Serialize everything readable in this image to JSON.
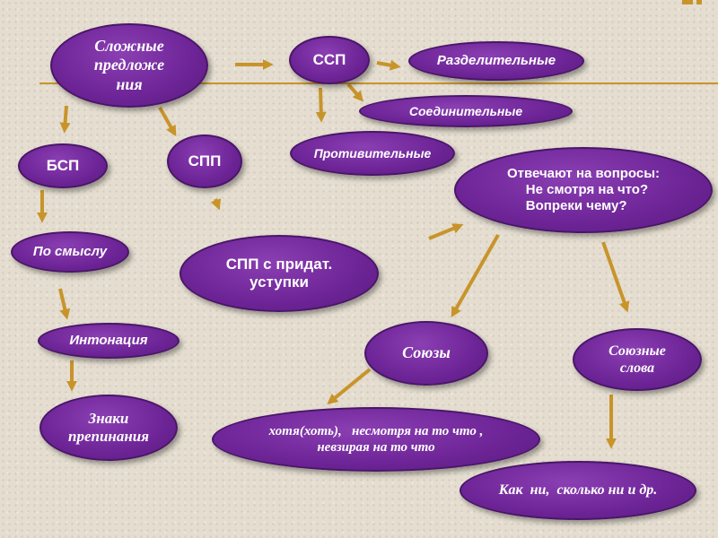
{
  "colors": {
    "node_fill": "#6d2496",
    "arrow": "#c8942a",
    "text": "#ffffff",
    "background": "#e4ddd0"
  },
  "nodes": {
    "complex": "Сложные\nпредложе\nния",
    "ssp": "ССП",
    "razdel": "Разделительные",
    "soedin": "Соединительные",
    "protiv": "Противительные",
    "bsp": "БСП",
    "spp": "СПП",
    "po_smyslu": "По смыслу",
    "intonation": "Интонация",
    "znaki": "Знаки\nпрепинания",
    "spp_ustupki": "СПП с придат.\nуступки",
    "questions": "Отвечают на вопросы:\n     Не смотря на что?\n     Вопреки чему?",
    "soyuzy": "Союзы",
    "soyuznye": "Союзные\nслова",
    "soyuzy_examples": "хотя(хоть),   несмотря на то что ,\nневзирая на то что",
    "soyuznye_examples": "Как  ни,  сколько ни и др."
  }
}
